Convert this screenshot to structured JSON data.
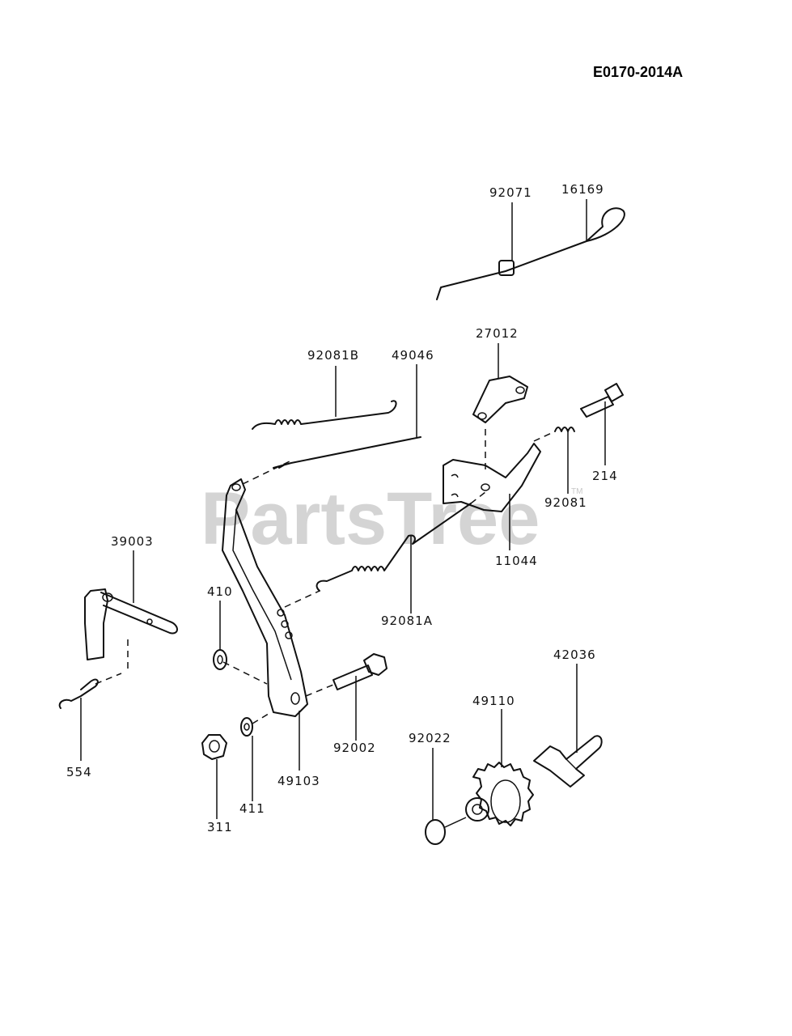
{
  "diagram_code": "E0170-2014A",
  "watermark": {
    "text": "PartsTree",
    "trademark": "TM",
    "color": "#d4d4d4"
  },
  "parts": {
    "p92071": "92071",
    "p16169": "16169",
    "p27012": "27012",
    "p92081B": "92081B",
    "p49046": "49046",
    "p214": "214",
    "p92081": "92081",
    "p11044": "11044",
    "p39003": "39003",
    "p92081A": "92081A",
    "p410": "410",
    "p42036": "42036",
    "p49110": "49110",
    "p92022": "92022",
    "p92002": "92002",
    "p554": "554",
    "p49103": "49103",
    "p411": "411",
    "p311": "311"
  }
}
